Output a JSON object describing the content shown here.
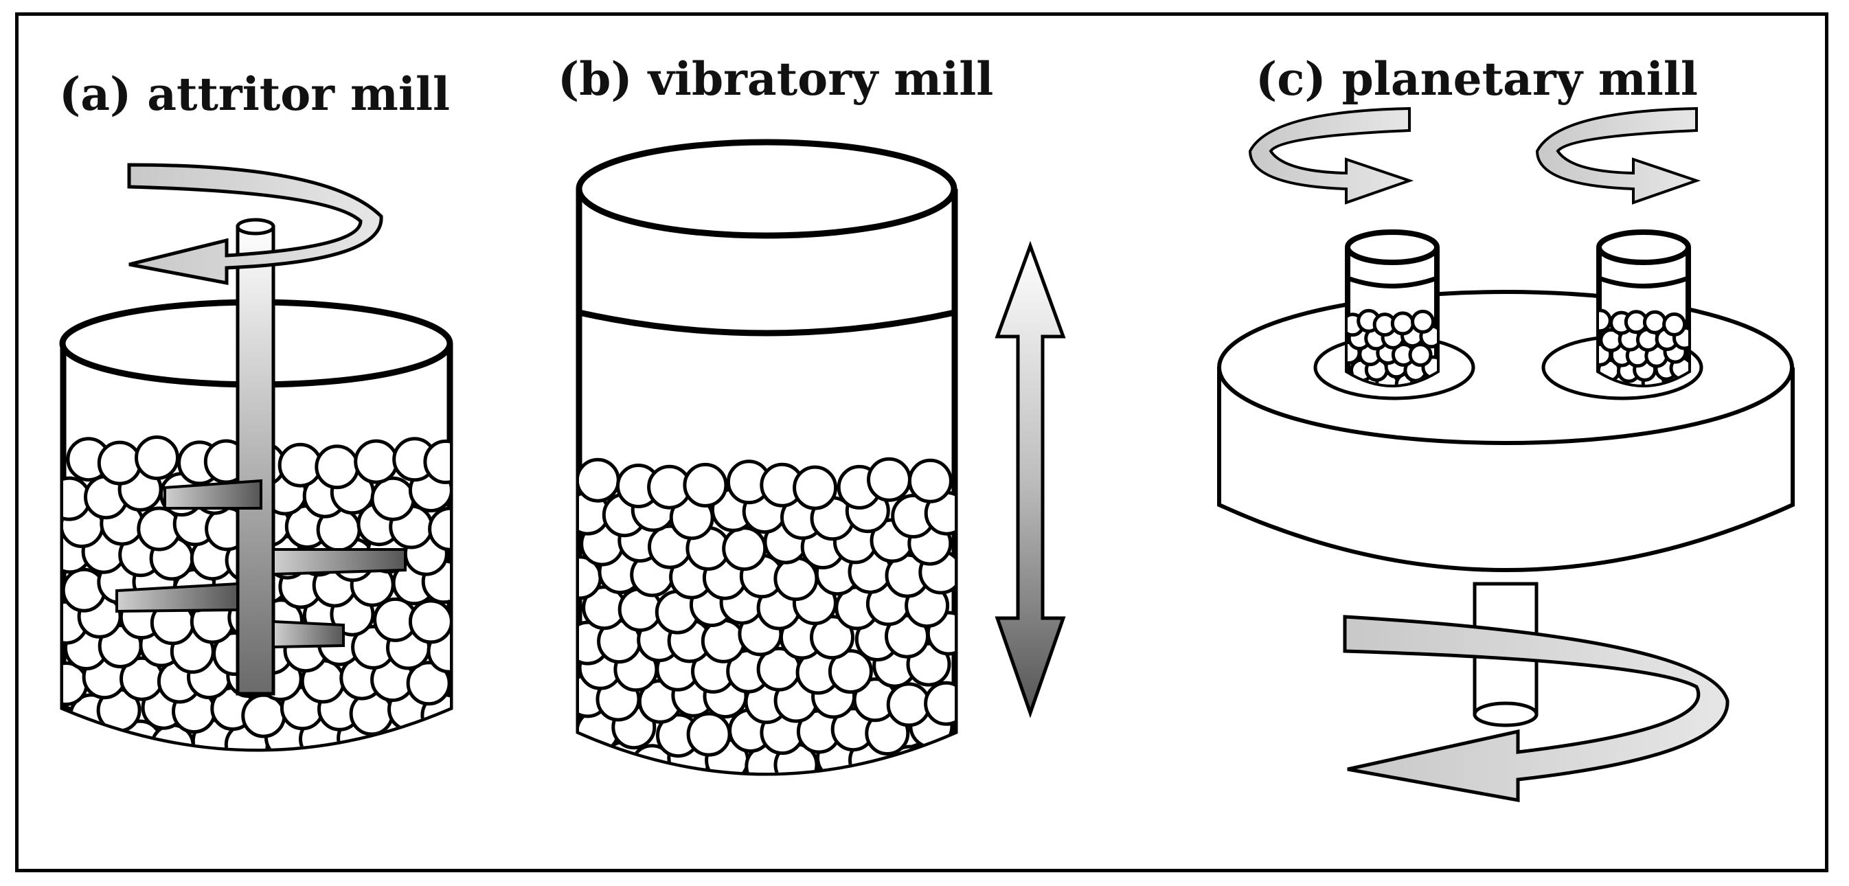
{
  "panels": {
    "a": {
      "label": "(a) attritor mill"
    },
    "b": {
      "label": "(b) vibratory mill"
    },
    "c": {
      "label": "(c) planetary mill"
    }
  },
  "colors": {
    "outline": "#000000",
    "arrow_fill": "#b5b5b5",
    "ball_fill": "#ffffff",
    "background": "#ffffff"
  },
  "icons": [
    "rotation-arrow-icon",
    "vertical-double-arrow-icon"
  ]
}
